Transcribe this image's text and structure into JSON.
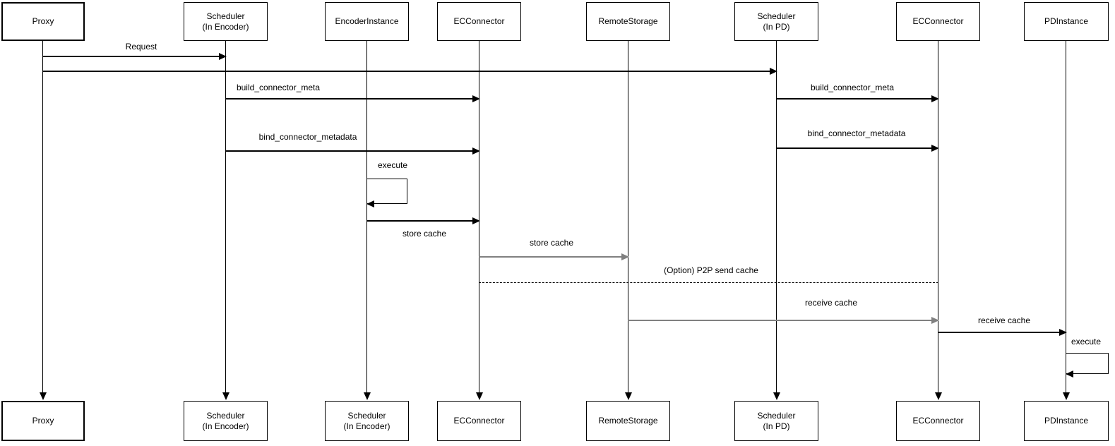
{
  "diagram_type": "sequence-diagram",
  "colors": {
    "stroke": "#000000",
    "muted_stroke": "#808080",
    "background": "#ffffff",
    "text": "#000000"
  },
  "participants": [
    {
      "id": "proxy",
      "top_label": "Proxy",
      "bottom_label": "Proxy"
    },
    {
      "id": "scheduler-in-encoder",
      "top_label": "Scheduler\n(In Encoder)",
      "bottom_label": "Scheduler\n(In Encoder)"
    },
    {
      "id": "encoder-instance",
      "top_label": "EncoderInstance",
      "bottom_label": "Scheduler\n(In Encoder)"
    },
    {
      "id": "ec-connector-encoder",
      "top_label": "ECConnector",
      "bottom_label": "ECConnector"
    },
    {
      "id": "remote-storage",
      "top_label": "RemoteStorage",
      "bottom_label": "RemoteStorage"
    },
    {
      "id": "scheduler-in-pd",
      "top_label": "Scheduler\n(In PD)",
      "bottom_label": "Scheduler\n(In PD)"
    },
    {
      "id": "ec-connector-pd",
      "top_label": "ECConnector",
      "bottom_label": "ECConnector"
    },
    {
      "id": "pd-instance",
      "top_label": "PDInstance",
      "bottom_label": "PDInstance"
    }
  ],
  "messages": [
    {
      "label": "Request",
      "from": "Proxy",
      "to": "Scheduler (In Encoder)",
      "line": "solid"
    },
    {
      "label": "",
      "from": "Proxy",
      "to": "Scheduler (In PD)",
      "line": "solid"
    },
    {
      "label": "build_connector_meta",
      "from": "Scheduler (In Encoder)",
      "to": "ECConnector (Encoder)",
      "line": "solid"
    },
    {
      "label": "build_connector_meta",
      "from": "Scheduler (In PD)",
      "to": "ECConnector (PD)",
      "line": "solid"
    },
    {
      "label": "bind_connector_metadata",
      "from": "Scheduler (In Encoder)",
      "to": "ECConnector (Encoder)",
      "line": "solid"
    },
    {
      "label": "bind_connector_metadata",
      "from": "Scheduler (In PD)",
      "to": "ECConnector (PD)",
      "line": "solid"
    },
    {
      "label": "execute",
      "from": "EncoderInstance",
      "to": "EncoderInstance",
      "line": "self"
    },
    {
      "label": "store cache",
      "from": "EncoderInstance",
      "to": "ECConnector (Encoder)",
      "line": "solid"
    },
    {
      "label": "store cache",
      "from": "ECConnector (Encoder)",
      "to": "RemoteStorage",
      "line": "solid"
    },
    {
      "label": "(Option) P2P send cache",
      "from": "ECConnector (Encoder)",
      "to": "ECConnector (PD)",
      "line": "dashed"
    },
    {
      "label": "receive cache",
      "from": "RemoteStorage",
      "to": "ECConnector (PD)",
      "line": "solid"
    },
    {
      "label": "receive cache",
      "from": "ECConnector (PD)",
      "to": "PDInstance",
      "line": "solid"
    },
    {
      "label": "execute",
      "from": "PDInstance",
      "to": "PDInstance",
      "line": "self"
    }
  ]
}
